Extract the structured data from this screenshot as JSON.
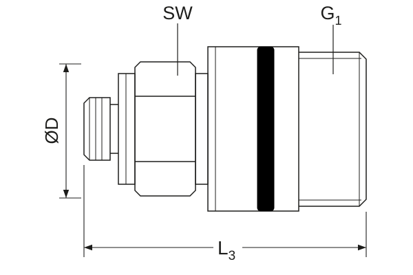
{
  "figure": {
    "labels": {
      "sw": "SW",
      "g_main": "G",
      "g_sub": "1",
      "d": "ØD",
      "l_main": "L",
      "l_sub": "3"
    },
    "colors": {
      "line": "#1d1d1b",
      "seal_ring": "#000000",
      "background": "#ffffff"
    }
  }
}
